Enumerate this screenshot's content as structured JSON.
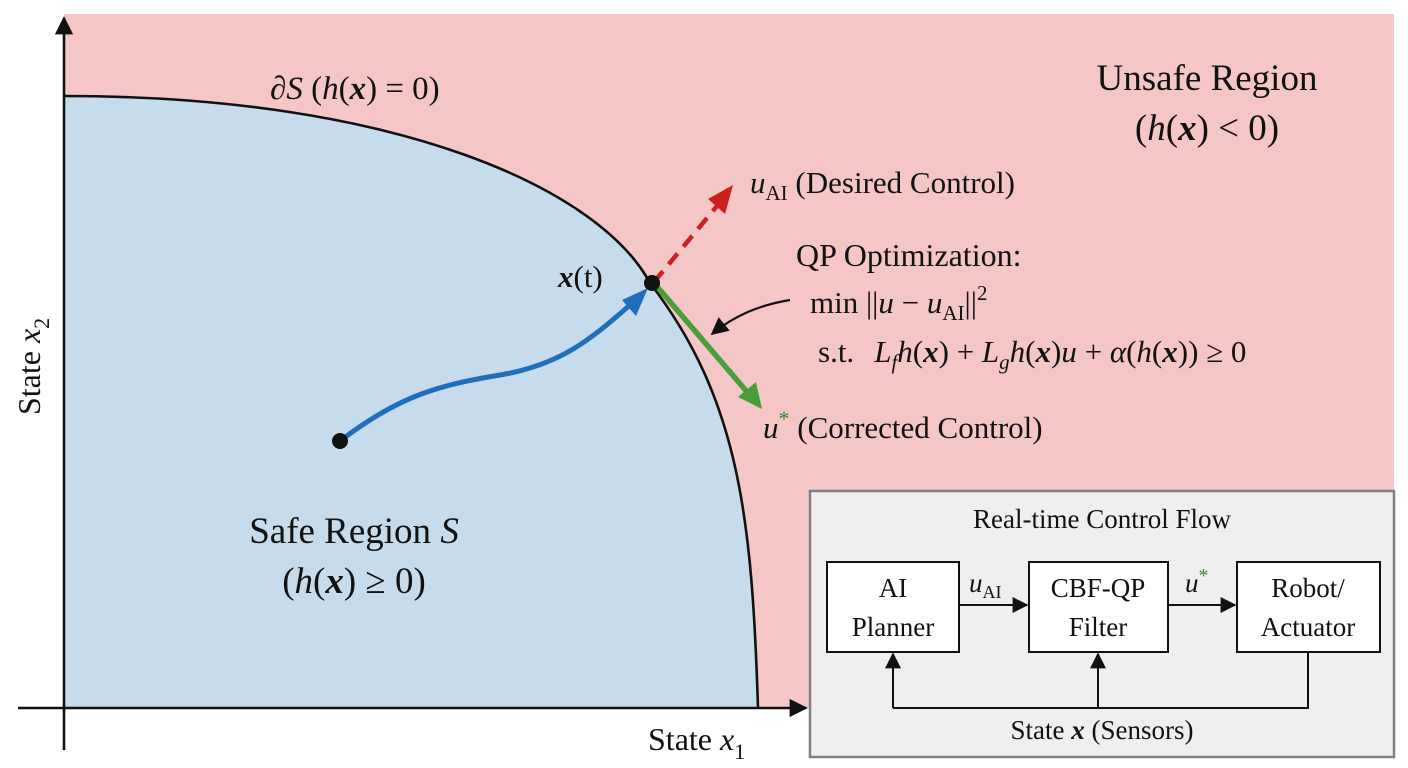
{
  "colors": {
    "safe_fill": "#c6dcec",
    "unsafe_fill": "#f5c6c6",
    "trajectory": "#1f6fbd",
    "desired_control": "#cc1f1f",
    "corrected_control": "#4a9e3a",
    "star_green": "#3a8c2a",
    "panel_fill": "#efefef",
    "panel_border": "#808080"
  },
  "axes": {
    "x_label_prefix": "State ",
    "x_label_var": "x",
    "x_label_sub": "1",
    "y_label_prefix": "State ",
    "y_label_var": "x",
    "y_label_sub": "2"
  },
  "boundary": {
    "partial": "∂",
    "S": "S",
    "open": " (",
    "h": "h",
    "lp": "(",
    "x": "x",
    "rp": ")",
    "eq": " = 0)"
  },
  "unsafe_region": {
    "title": "Unsafe Region",
    "cond_open": "(",
    "h": "h",
    "lp": "(",
    "x": "x",
    "rp": ")",
    "rel": " < 0)"
  },
  "safe_region": {
    "title": "Safe Region ",
    "S": "S",
    "cond_open": "(",
    "h": "h",
    "lp": "(",
    "x": "x",
    "rp": ")",
    "rel": " ≥ 0)"
  },
  "state_point": {
    "x": "x",
    "t": "(t)"
  },
  "desired_control": {
    "u": "u",
    "sub": "AI",
    "text": " (Desired Control)"
  },
  "corrected_control": {
    "u": "u",
    "star": "*",
    "text": " (Corrected Control)"
  },
  "qp": {
    "title": "QP Optimization:",
    "min": "min ||",
    "u1": "u",
    "minus": " − ",
    "u2": "u",
    "u2_sub": "AI",
    "close": "||",
    "sq": "2",
    "st": "s.t.",
    "L1": "L",
    "f": "f",
    "h1": "h",
    "lp1": "(",
    "x1": "x",
    "rp1": ") + ",
    "L2": "L",
    "g": "g",
    "h2": "h",
    "lp2": "(",
    "x2": "x",
    "rp2": ")",
    "u3": "u",
    "plus": " + ",
    "alpha": "α",
    "lp3": "(",
    "h3": "h",
    "lp4": "(",
    "x3": "x",
    "rp3": ")) ≥ 0"
  },
  "control_flow": {
    "title": "Real-time Control Flow",
    "planner": [
      "AI",
      "Planner"
    ],
    "filter": [
      "CBF-QP",
      "Filter"
    ],
    "robot": [
      "Robot/",
      "Actuator"
    ],
    "edge1_u": "u",
    "edge1_sub": "AI",
    "edge2_u": "u",
    "edge2_star": "*",
    "feedback_prefix": "State ",
    "feedback_var": "x",
    "feedback_suffix": " (Sensors)"
  }
}
